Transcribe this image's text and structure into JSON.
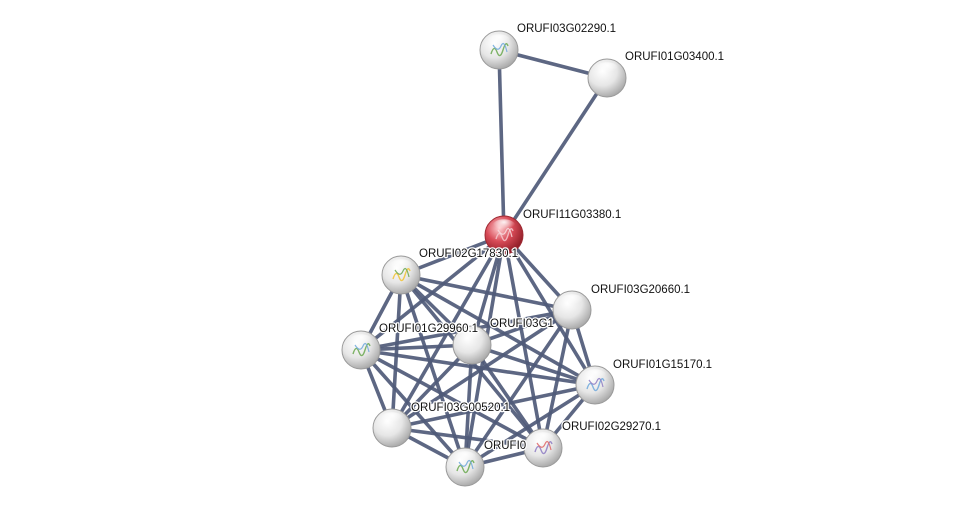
{
  "network": {
    "nodes": [
      {
        "id": "n1",
        "label": "ORUFI03G02290.1",
        "structure": true,
        "query": false
      },
      {
        "id": "n2",
        "label": "ORUFI01G03400.1",
        "structure": false,
        "query": false
      },
      {
        "id": "n3",
        "label": "ORUFI11G03380.1",
        "structure": true,
        "query": true
      },
      {
        "id": "n4",
        "label": "ORUFI02G17830.1",
        "structure": true,
        "query": false
      },
      {
        "id": "n5",
        "label": "ORUFI03G20660.1",
        "structure": false,
        "query": false
      },
      {
        "id": "n6",
        "label": "ORUFI01G29960.1",
        "structure": true,
        "query": false
      },
      {
        "id": "n7",
        "label": "ORUFI03G1",
        "structure": false,
        "query": false
      },
      {
        "id": "n8",
        "label": "ORUFI01G15170.1",
        "structure": true,
        "query": false
      },
      {
        "id": "n9",
        "label": "ORUFI03G00520.1",
        "structure": false,
        "query": false
      },
      {
        "id": "n10",
        "label": "ORUFI02G29270.1",
        "structure": true,
        "query": false
      },
      {
        "id": "n11",
        "label": "ORUFI0",
        "structure": true,
        "query": false
      }
    ],
    "edges": [
      [
        "n1",
        "n2"
      ],
      [
        "n1",
        "n3"
      ],
      [
        "n2",
        "n3"
      ],
      [
        "n3",
        "n4"
      ],
      [
        "n3",
        "n5"
      ],
      [
        "n3",
        "n6"
      ],
      [
        "n3",
        "n7"
      ],
      [
        "n3",
        "n8"
      ],
      [
        "n3",
        "n9"
      ],
      [
        "n3",
        "n10"
      ],
      [
        "n3",
        "n11"
      ],
      [
        "n4",
        "n5"
      ],
      [
        "n4",
        "n6"
      ],
      [
        "n4",
        "n7"
      ],
      [
        "n4",
        "n8"
      ],
      [
        "n4",
        "n9"
      ],
      [
        "n4",
        "n10"
      ],
      [
        "n4",
        "n11"
      ],
      [
        "n5",
        "n6"
      ],
      [
        "n5",
        "n7"
      ],
      [
        "n5",
        "n8"
      ],
      [
        "n5",
        "n9"
      ],
      [
        "n5",
        "n10"
      ],
      [
        "n5",
        "n11"
      ],
      [
        "n6",
        "n7"
      ],
      [
        "n6",
        "n8"
      ],
      [
        "n6",
        "n9"
      ],
      [
        "n6",
        "n10"
      ],
      [
        "n6",
        "n11"
      ],
      [
        "n7",
        "n8"
      ],
      [
        "n7",
        "n9"
      ],
      [
        "n7",
        "n10"
      ],
      [
        "n7",
        "n11"
      ],
      [
        "n8",
        "n9"
      ],
      [
        "n8",
        "n10"
      ],
      [
        "n8",
        "n11"
      ],
      [
        "n9",
        "n10"
      ],
      [
        "n9",
        "n11"
      ],
      [
        "n10",
        "n11"
      ]
    ],
    "colors": {
      "edge": "#4f5a78",
      "node": "#e8e8e8",
      "query_node": "#d84b57"
    }
  }
}
